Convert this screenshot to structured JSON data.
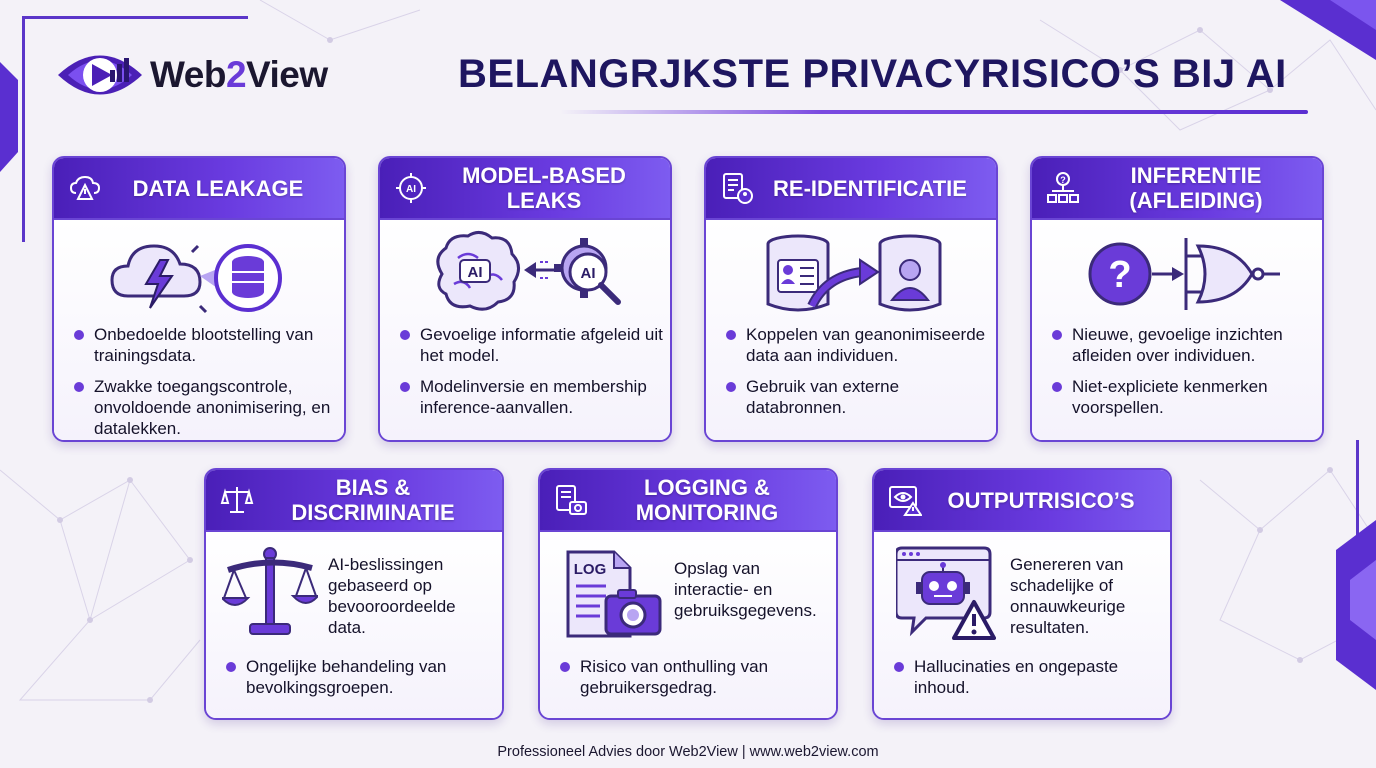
{
  "logo": {
    "brand_part1": "Web",
    "brand_part2": "2",
    "brand_part3": "View"
  },
  "title": "BELANGRJKSTE PRIVACYRISICO’S BIJ AI",
  "cards": [
    {
      "title": "DATA LEAKAGE",
      "header_icon": "cloud-warning-icon",
      "illustration": "cloud-lightning-database-icon",
      "bullets": [
        "Onbedoelde blootstelling van trainingsdata.",
        "Zwakke toegangscontrole, onvoldoende anonimisering, en datalekken."
      ]
    },
    {
      "title": "MODEL-BASED LEAKS",
      "header_icon": "ai-chip-icon",
      "illustration": "ai-brain-gear-magnifier-icon",
      "bullets": [
        "Gevoelige informatie afgeleid uit het model.",
        "Modelinversie en membership inference-aanvallen."
      ]
    },
    {
      "title": "RE-IDENTIFICATIE",
      "header_icon": "document-user-icon",
      "illustration": "profile-to-person-database-icon",
      "bullets": [
        "Koppelen van geanonimiseerde data aan individuen.",
        "Gebruik van externe databronnen."
      ]
    },
    {
      "title": "INFERENTIE (AFLEIDING)",
      "header_icon": "question-hierarchy-icon",
      "illustration": "question-logic-gate-icon",
      "bullets": [
        "Nieuwe, gevoelige inzichten afleiden over individuen.",
        "Niet-expliciete kenmerken voorspellen."
      ]
    },
    {
      "title": "BIAS & DISCRIMINATIE",
      "header_icon": "scales-icon",
      "illustration": "balance-scale-icon",
      "side_text": "AI-beslissingen gebaseerd op bevooroordeelde data.",
      "bullets": [
        "Ongelijke behandeling van bevolkingsgroepen."
      ]
    },
    {
      "title": "LOGGING & MONITORING",
      "header_icon": "log-camera-icon",
      "illustration": "log-file-camera-icon",
      "log_label": "LOG",
      "side_text": "Opslag van interactie- en gebruiksgegevens.",
      "bullets": [
        "Risico van onthulling van gebruikersgedrag."
      ]
    },
    {
      "title": "OUTPUTRISICO’S",
      "header_icon": "eye-warning-icon",
      "illustration": "robot-chat-warning-icon",
      "side_text": "Genereren van schadelijke of onnauwkeurige resultaten.",
      "bullets": [
        "Hallucinaties en ongepaste inhoud."
      ]
    }
  ],
  "footer": "Professioneel Advies door Web2View | www.web2view.com",
  "colors": {
    "primary": "#5b2fd1",
    "accent": "#7d5cf0",
    "title": "#1e1660"
  }
}
